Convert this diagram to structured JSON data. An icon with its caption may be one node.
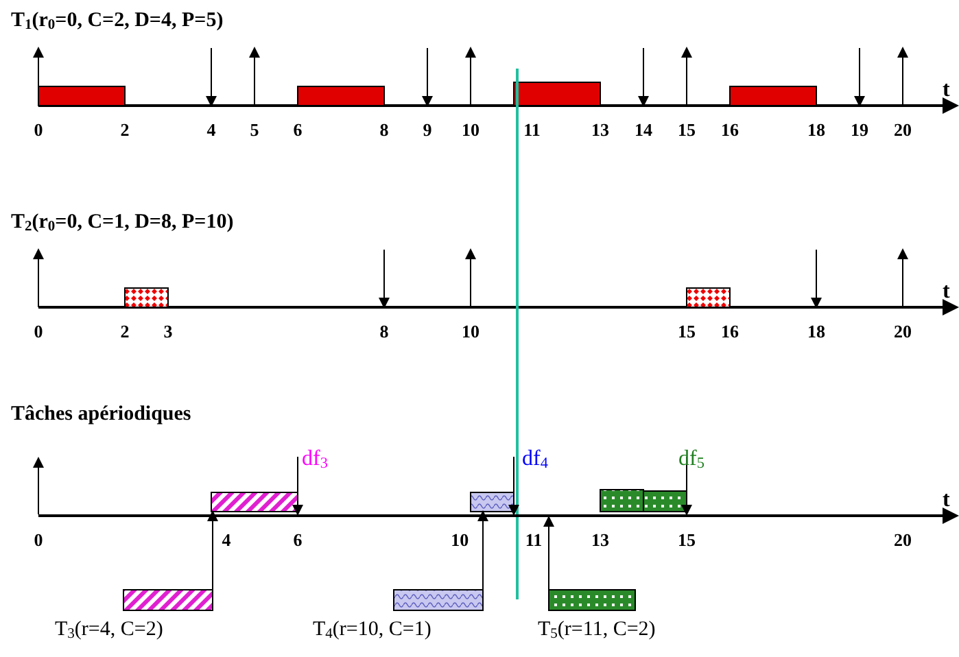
{
  "diagram": {
    "nodes": [
      {
        "text": [],
        "shape": "bar",
        "beside": [
          "T$_{3}$(r=4, C=2)"
        ]
      },
      {
        "text": [],
        "shape": "bar",
        "beside": [
          "T$_{4}$(r=10, C=1)"
        ]
      },
      {
        "text": [],
        "shape": "bar",
        "beside": [
          "T$_{5}$(r=11, C=2)"
        ]
      },
      {
        "text": [],
        "shape": "bar"
      },
      {
        "text": [],
        "shape": "bar"
      },
      {
        "text": [],
        "shape": "bar"
      },
      {
        "text": [],
        "shape": "bar"
      },
      {
        "text": [],
        "shape": "line"
      },
      {
        "text": [
          "df$_{3}$"
        ]
      },
      {
        "text": [
          "df$_{4}$"
        ]
      },
      {
        "text": [
          "df$_{5}$"
        ]
      }
    ],
    "edges": [
      {
        "from": 0,
        "to": 3,
        "arrow": "to"
      },
      {
        "from": 1,
        "to": 4,
        "arrow": "to"
      },
      {
        "from": 2,
        "to": 7,
        "arrow": "to"
      },
      {
        "from": 7,
        "to": null,
        "arrow": "to"
      },
      {
        "from": 8,
        "to": 7,
        "arrow": "to"
      },
      {
        "from": 9,
        "to": 7,
        "arrow": "to"
      },
      {
        "from": 10,
        "to": 7,
        "arrow": "to"
      }
    ],
    "labels": [
      "T$_{1}$(r$_{0}$=0, C=2, D=4, P=5)",
      "0",
      "2",
      "4",
      "5",
      "6",
      "8",
      "9",
      "10",
      "11",
      "13",
      "14",
      "15",
      "16",
      "18",
      "19",
      "20",
      "t",
      "T$_{2}$(r$_{0}$=0, C=1, D=8, P=10)",
      "0",
      "2",
      "3",
      "8",
      "10",
      "15",
      "16",
      "18",
      "20",
      "t",
      "Tâches apériodiques",
      "t",
      "0",
      "4",
      "6",
      "10",
      "11",
      "13",
      "15",
      "20"
    ]
  }
}
